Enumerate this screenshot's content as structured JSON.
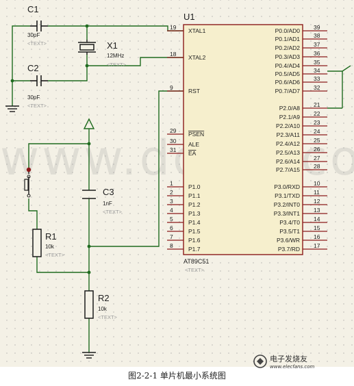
{
  "chip": {
    "ref": "U1",
    "part": "AT89C51",
    "placeholder": "<TEXT>",
    "left_pins": [
      {
        "num": "19",
        "name": "XTAL1"
      },
      {
        "num": "18",
        "name": "XTAL2"
      },
      {
        "num": "9",
        "name": "RST"
      },
      {
        "num": "29",
        "name": "PSEN"
      },
      {
        "num": "30",
        "name": "ALE"
      },
      {
        "num": "31",
        "name": "EA"
      },
      {
        "num": "1",
        "name": "P1.0"
      },
      {
        "num": "2",
        "name": "P1.1"
      },
      {
        "num": "3",
        "name": "P1.2"
      },
      {
        "num": "4",
        "name": "P1.3"
      },
      {
        "num": "5",
        "name": "P1.4"
      },
      {
        "num": "6",
        "name": "P1.5"
      },
      {
        "num": "7",
        "name": "P1.6"
      },
      {
        "num": "8",
        "name": "P1.7"
      }
    ],
    "right_pins": [
      {
        "num": "39",
        "name": "P0.0/AD0"
      },
      {
        "num": "38",
        "name": "P0.1/AD1"
      },
      {
        "num": "37",
        "name": "P0.2/AD2"
      },
      {
        "num": "36",
        "name": "P0.3/AD3"
      },
      {
        "num": "35",
        "name": "P0.4/AD4"
      },
      {
        "num": "34",
        "name": "P0.5/AD5"
      },
      {
        "num": "33",
        "name": "P0.6/AD6"
      },
      {
        "num": "32",
        "name": "P0.7/AD7"
      },
      {
        "num": "21",
        "name": "P2.0/A8"
      },
      {
        "num": "22",
        "name": "P2.1/A9"
      },
      {
        "num": "23",
        "name": "P2.2/A10"
      },
      {
        "num": "24",
        "name": "P2.3/A11"
      },
      {
        "num": "25",
        "name": "P2.4/A12"
      },
      {
        "num": "26",
        "name": "P2.5/A13"
      },
      {
        "num": "27",
        "name": "P2.6/A14"
      },
      {
        "num": "28",
        "name": "P2.7/A15"
      },
      {
        "num": "10",
        "name": "P3.0/RXD"
      },
      {
        "num": "11",
        "name": "P3.1/TXD"
      },
      {
        "num": "12",
        "name": "P3.2/INT0"
      },
      {
        "num": "13",
        "name": "P3.3/INT1"
      },
      {
        "num": "14",
        "name": "P3.4/T0"
      },
      {
        "num": "15",
        "name": "P3.5/T1"
      },
      {
        "num": "16",
        "name": "P3.6/WR"
      },
      {
        "num": "17",
        "name": "P3.7/RD"
      }
    ]
  },
  "components": {
    "c1": {
      "ref": "C1",
      "value": "30pF",
      "placeholder": "<TEXT>"
    },
    "c2": {
      "ref": "C2",
      "value": "30pF",
      "placeholder": "<TEXT>"
    },
    "x1": {
      "ref": "X1",
      "value": "12MHz",
      "placeholder": "<TEXT>"
    },
    "c3": {
      "ref": "C3",
      "value": "1nF",
      "placeholder": "<TEXT>"
    },
    "r1": {
      "ref": "R1",
      "value": "10k",
      "placeholder": "<TEXT>"
    },
    "r2": {
      "ref": "R2",
      "value": "10k",
      "placeholder": "<TEXT>"
    }
  },
  "watermark": "www.docin.com",
  "logo_text": "电子发烧友",
  "logo_url": "www.elecfans.com",
  "caption": "图2-2-1  单片机最小系统图",
  "colors": {
    "wire": "#1f6b1f",
    "chip_border": "#8b1a1a",
    "chip_fill": "#f6efcd",
    "pin": "#8b1a1a",
    "component": "#1a1a1a"
  }
}
